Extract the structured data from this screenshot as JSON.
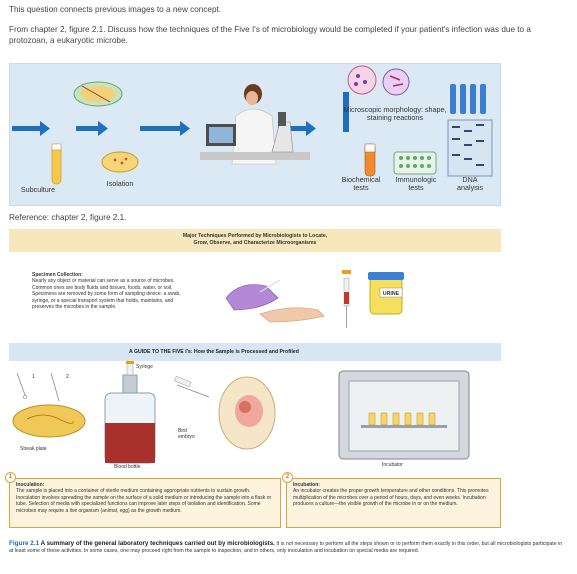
{
  "intro": "This question connects previous images to a new concept.",
  "question": "From chapter 2, figure 2.1. Discuss how the techniques of the Five I's of microbiology would be completed if your patient's infection was due to a protozoan, a eukaryotic microbe.",
  "reference": "Reference: chapter 2, figure 2.1.",
  "top_figure": {
    "labels": {
      "subculture": "Subculture",
      "isolation": "Isolation",
      "microscopic": "Microscopic morphology: shape, staining reactions",
      "biochemical": "Biochemical tests",
      "immunologic": "Immunologic tests",
      "dna": "DNA analysis"
    }
  },
  "figure": {
    "title_line1": "Major Techniques Performed by Microbiologists to Locate,",
    "title_line2": "Grow, Observe, and Characterize Microorganisms",
    "specimen_heading": "Specimen Collection:",
    "specimen_text": "Nearly any object or material can serve as a source of microbes. Common ones are body fluids and tissues, foods, water, or soil. Specimens are removed by some form of sampling device: a swab, syringe, or a special transport system that holds, maintains, and preserves the microbes in the sample.",
    "urine_label": "URINE",
    "guide_title": "A GUIDE TO THE FIVE I's: How the Sample is Processed and Profiled",
    "labels": {
      "syringe": "Syringe",
      "bird_embryo_1": "Bird",
      "bird_embryo_2": "embryo",
      "streak_plate": "Streak plate",
      "blood_bottle": "Blood bottle",
      "incubator": "Incubator",
      "num1": "1",
      "num2": "2"
    },
    "box1": {
      "badge": "1",
      "heading": "Inoculation:",
      "text": "The sample is placed into a container of sterile medium containing appropriate nutrients to sustain growth. Inoculation involves spreading the sample on the surface of a solid medium or introducing the sample into a flask or tube. Selection of media with specialized functions can improve later steps of isolation and identification. Some microbes may require a live organism (animal, egg) as the growth medium."
    },
    "box2": {
      "badge": "2",
      "heading": "Incubation:",
      "text": "An incubator creates the proper growth temperature and other conditions. This promotes multiplication of the microbes over a period of hours, days, and even weeks. Incubation produces a culture—the visible growth of the microbe in or on the medium."
    },
    "caption_num": "Figure 2.1",
    "caption_title": "A summary of the general laboratory techniques carried out by microbiologists.",
    "caption_text": "It is not necessary to perform all the steps shown or to perform them exactly in this order, but all microbiologists participate in at least some of these activities. In some cases, one may proceed right from the sample to inspection, and in others, only inoculation and incubation on special media are required."
  }
}
